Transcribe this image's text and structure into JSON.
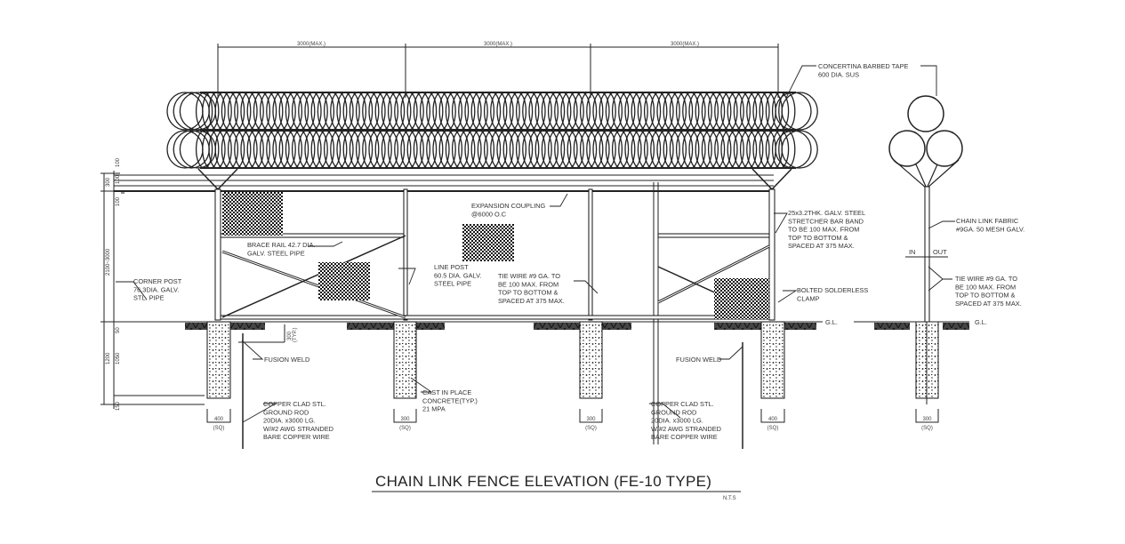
{
  "title": "CHAIN LINK FENCE ELEVATION (FE-10 TYPE)",
  "scale": "N.T.S",
  "top_dimensions": [
    "3000(MAX.)",
    "3000(MAX.)",
    "3000(MAX.)"
  ],
  "left_dimensions": {
    "d1": "100",
    "d2": "100",
    "d3": "100",
    "d_top_total": "300",
    "d_fence": "2100~3000",
    "d_50": "50",
    "d_1050": "1050",
    "d_1200": "1200",
    "d_150": "150"
  },
  "footing_sizes": [
    {
      "size": "400",
      "sq": "(SQ)"
    },
    {
      "size": "300",
      "sq": "(SQ)"
    },
    {
      "size": "300",
      "sq": "(SQ)"
    },
    {
      "size": "400",
      "sq": "(SQ)"
    },
    {
      "size": "300",
      "sq": "(SQ)"
    }
  ],
  "typ_dim": {
    "value": "300",
    "note": "(TYP.)"
  },
  "labels": {
    "concertina": [
      "CONCERTINA BARBED TAPE",
      "600 DIA. SUS"
    ],
    "expansion": [
      "EXPANSION COUPLING",
      "@6000 O.C"
    ],
    "brace_rail": [
      "BRACE RAIL 42.7 DIA.",
      "GALV. STEEL PIPE"
    ],
    "line_post": [
      "LINE POST",
      "60.5 DIA. GALV.",
      "STEEL PIPE"
    ],
    "corner_post": [
      "CORNER POST",
      "76.3DIA. GALV.",
      "STL. PIPE"
    ],
    "tie_wire_front": [
      "TIE WIRE #9 GA. TO",
      "BE 100 MAX. FROM",
      "TOP TO BOTTOM &",
      "SPACED AT 375 MAX."
    ],
    "stretcher": [
      "25x3.2THK. GALV. STEEL",
      "STRETCHER BAR BAND",
      "TO BE 100 MAX. FROM",
      "TOP TO BOTTOM &",
      "SPACED AT 375 MAX."
    ],
    "clamp": [
      "BOLTED SOLDERLESS",
      "CLAMP"
    ],
    "fusion_weld_left": "FUSION WELD",
    "fusion_weld_right": "FUSION WELD",
    "ground_rod_left": [
      "COPPER CLAD STL.",
      "GROUND ROD",
      "20DIA. x3000 LG.",
      "W/#2 AWG STRANDED",
      "BARE COPPER WIRE"
    ],
    "ground_rod_right": [
      "COPPER CLAD STL.",
      "GROUND ROD",
      "20DIA. x3000 LG.",
      "W/#2 AWG STRANDED",
      "BARE COPPER WIRE"
    ],
    "concrete": [
      "CAST IN PLACE",
      "CONCRETE(TYP.)",
      "21 MPA"
    ],
    "chain_link": [
      "CHAIN LINK FABRIC",
      "#9GA. 50 MESH GALV."
    ],
    "in": "IN",
    "out": "OUT",
    "tie_wire_side": [
      "TIE WIRE #9 GA. TO",
      "BE 100 MAX. FROM",
      "TOP TO BOTTOM &",
      "SPACED AT 375 MAX."
    ],
    "gl_front": "G.L.",
    "gl_side": "G.L."
  }
}
